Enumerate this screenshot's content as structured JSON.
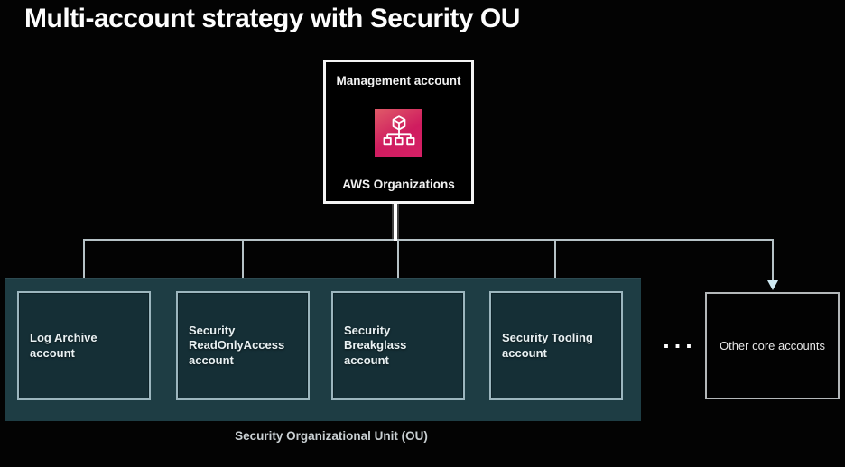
{
  "title": "Multi-account strategy with Security OU",
  "management_account": {
    "label": "Management account",
    "service_label": "AWS Organizations",
    "icon": "aws-organizations-icon"
  },
  "security_ou": {
    "caption": "Security Organizational Unit (OU)",
    "accounts": [
      {
        "label": "Log Archive account"
      },
      {
        "label": "Security ReadOnlyAccess account"
      },
      {
        "label": "Security Breakglass account"
      },
      {
        "label": "Security Tooling account"
      }
    ]
  },
  "other_accounts": {
    "label": "Other core accounts"
  },
  "ellipsis": "...",
  "colors": {
    "background": "#030303",
    "title_text": "#fdfdfd",
    "ou_container_fill": "#1e3d44",
    "account_box_fill": "#152f36",
    "account_box_border": "#9cb6be",
    "account_box_text": "#e9f1f3",
    "management_box_border": "#f4f4f4",
    "other_box_border": "#b3b7b9",
    "connector_line": "#b6c2c6",
    "management_drop_line": "#ffffff",
    "arrowhead": "#cfe9f2",
    "org_icon_gradient_start": "#e05a68",
    "org_icon_gradient_end": "#d62066"
  }
}
